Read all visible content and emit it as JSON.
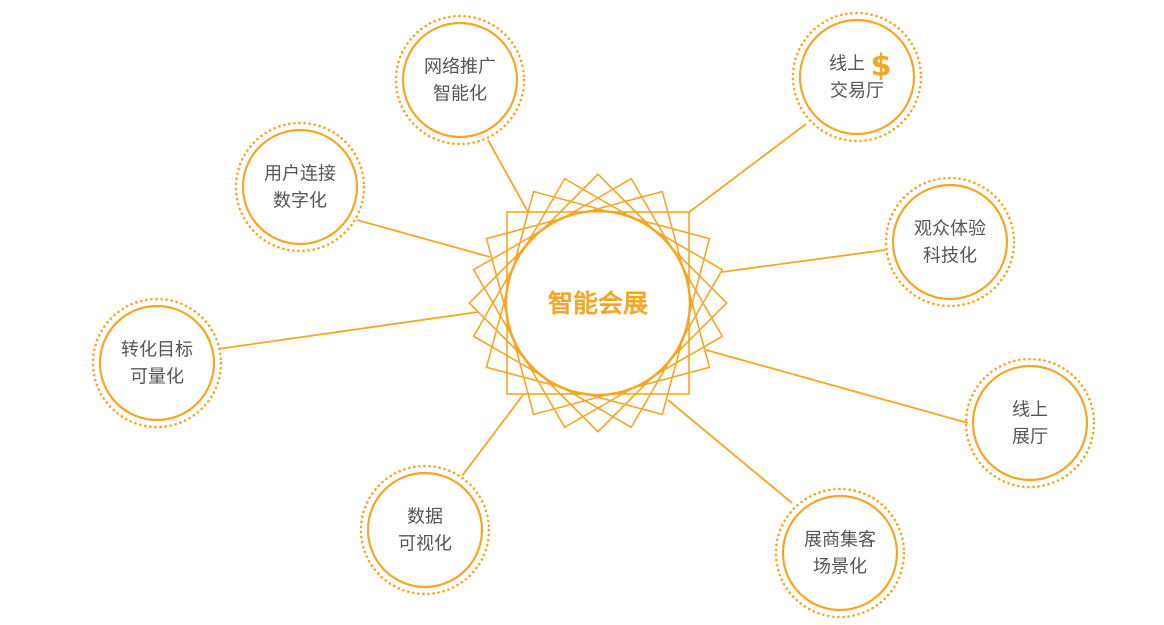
{
  "colors": {
    "accent": "#f5a623",
    "text": "#555555",
    "background": "#ffffff"
  },
  "center": {
    "label": "智能会展"
  },
  "nodes": [
    {
      "id": "online-exchange",
      "lines": [
        "线上",
        "交易厅"
      ],
      "extra_symbol": "$",
      "icon": "dollar-icon"
    },
    {
      "id": "audience-tech",
      "lines": [
        "观众体验",
        "科技化"
      ]
    },
    {
      "id": "online-hall",
      "lines": [
        "线上",
        "展厅"
      ]
    },
    {
      "id": "exhibit-scene",
      "lines": [
        "展商集客",
        "场景化"
      ]
    },
    {
      "id": "data-visual",
      "lines": [
        "数据",
        "可视化"
      ]
    },
    {
      "id": "conversion-goal",
      "lines": [
        "转化目标",
        "可量化"
      ]
    },
    {
      "id": "user-connect",
      "lines": [
        "用户连接",
        "数字化"
      ]
    },
    {
      "id": "network-promo",
      "lines": [
        "网络推广",
        "智能化"
      ]
    }
  ]
}
